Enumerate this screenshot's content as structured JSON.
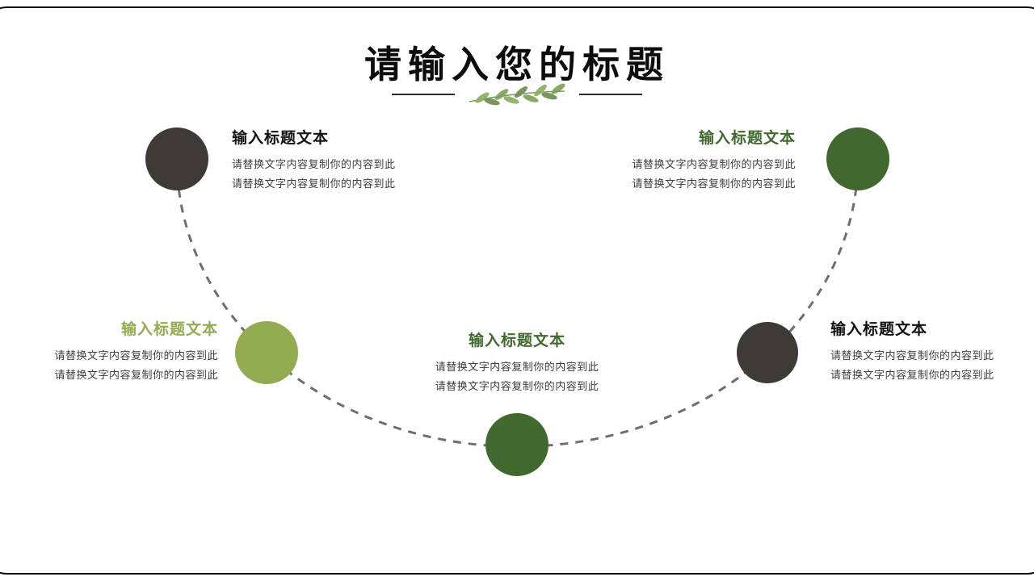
{
  "slide": {
    "title": "请输入您的标题"
  },
  "colors": {
    "dark_circle": "#3E3A36",
    "dark_green": "#41682F",
    "light_green": "#93AC4F",
    "arc": "#6E6E6E",
    "frame_border": "#101010",
    "body_text": "#3d3d3d"
  },
  "items": [
    {
      "position": "top-left",
      "title": "输入标题文本",
      "circle_color": "#3E3A36",
      "body": [
        "请替换文字内容复制你的内容到此",
        "请替换文字内容复制你的内容到此"
      ]
    },
    {
      "position": "top-right",
      "title": "输入标题文本",
      "circle_color": "#41682F",
      "body": [
        "请替换文字内容复制你的内容到此",
        "请替换文字内容复制你的内容到此"
      ]
    },
    {
      "position": "middle-left",
      "title": "输入标题文本",
      "circle_color": "#93AC4F",
      "body": [
        "请替换文字内容复制你的内容到此",
        "请替换文字内容复制你的内容到此"
      ]
    },
    {
      "position": "middle-right",
      "title": "输入标题文本",
      "circle_color": "#3E3A36",
      "body": [
        "请替换文字内容复制你的内容到此",
        "请替换文字内容复制你的内容到此"
      ]
    },
    {
      "position": "bottom-center",
      "title": "输入标题文本",
      "circle_color": "#41682F",
      "body": [
        "请替换文字内容复制你的内容到此",
        "请替换文字内容复制你的内容到此"
      ]
    }
  ]
}
